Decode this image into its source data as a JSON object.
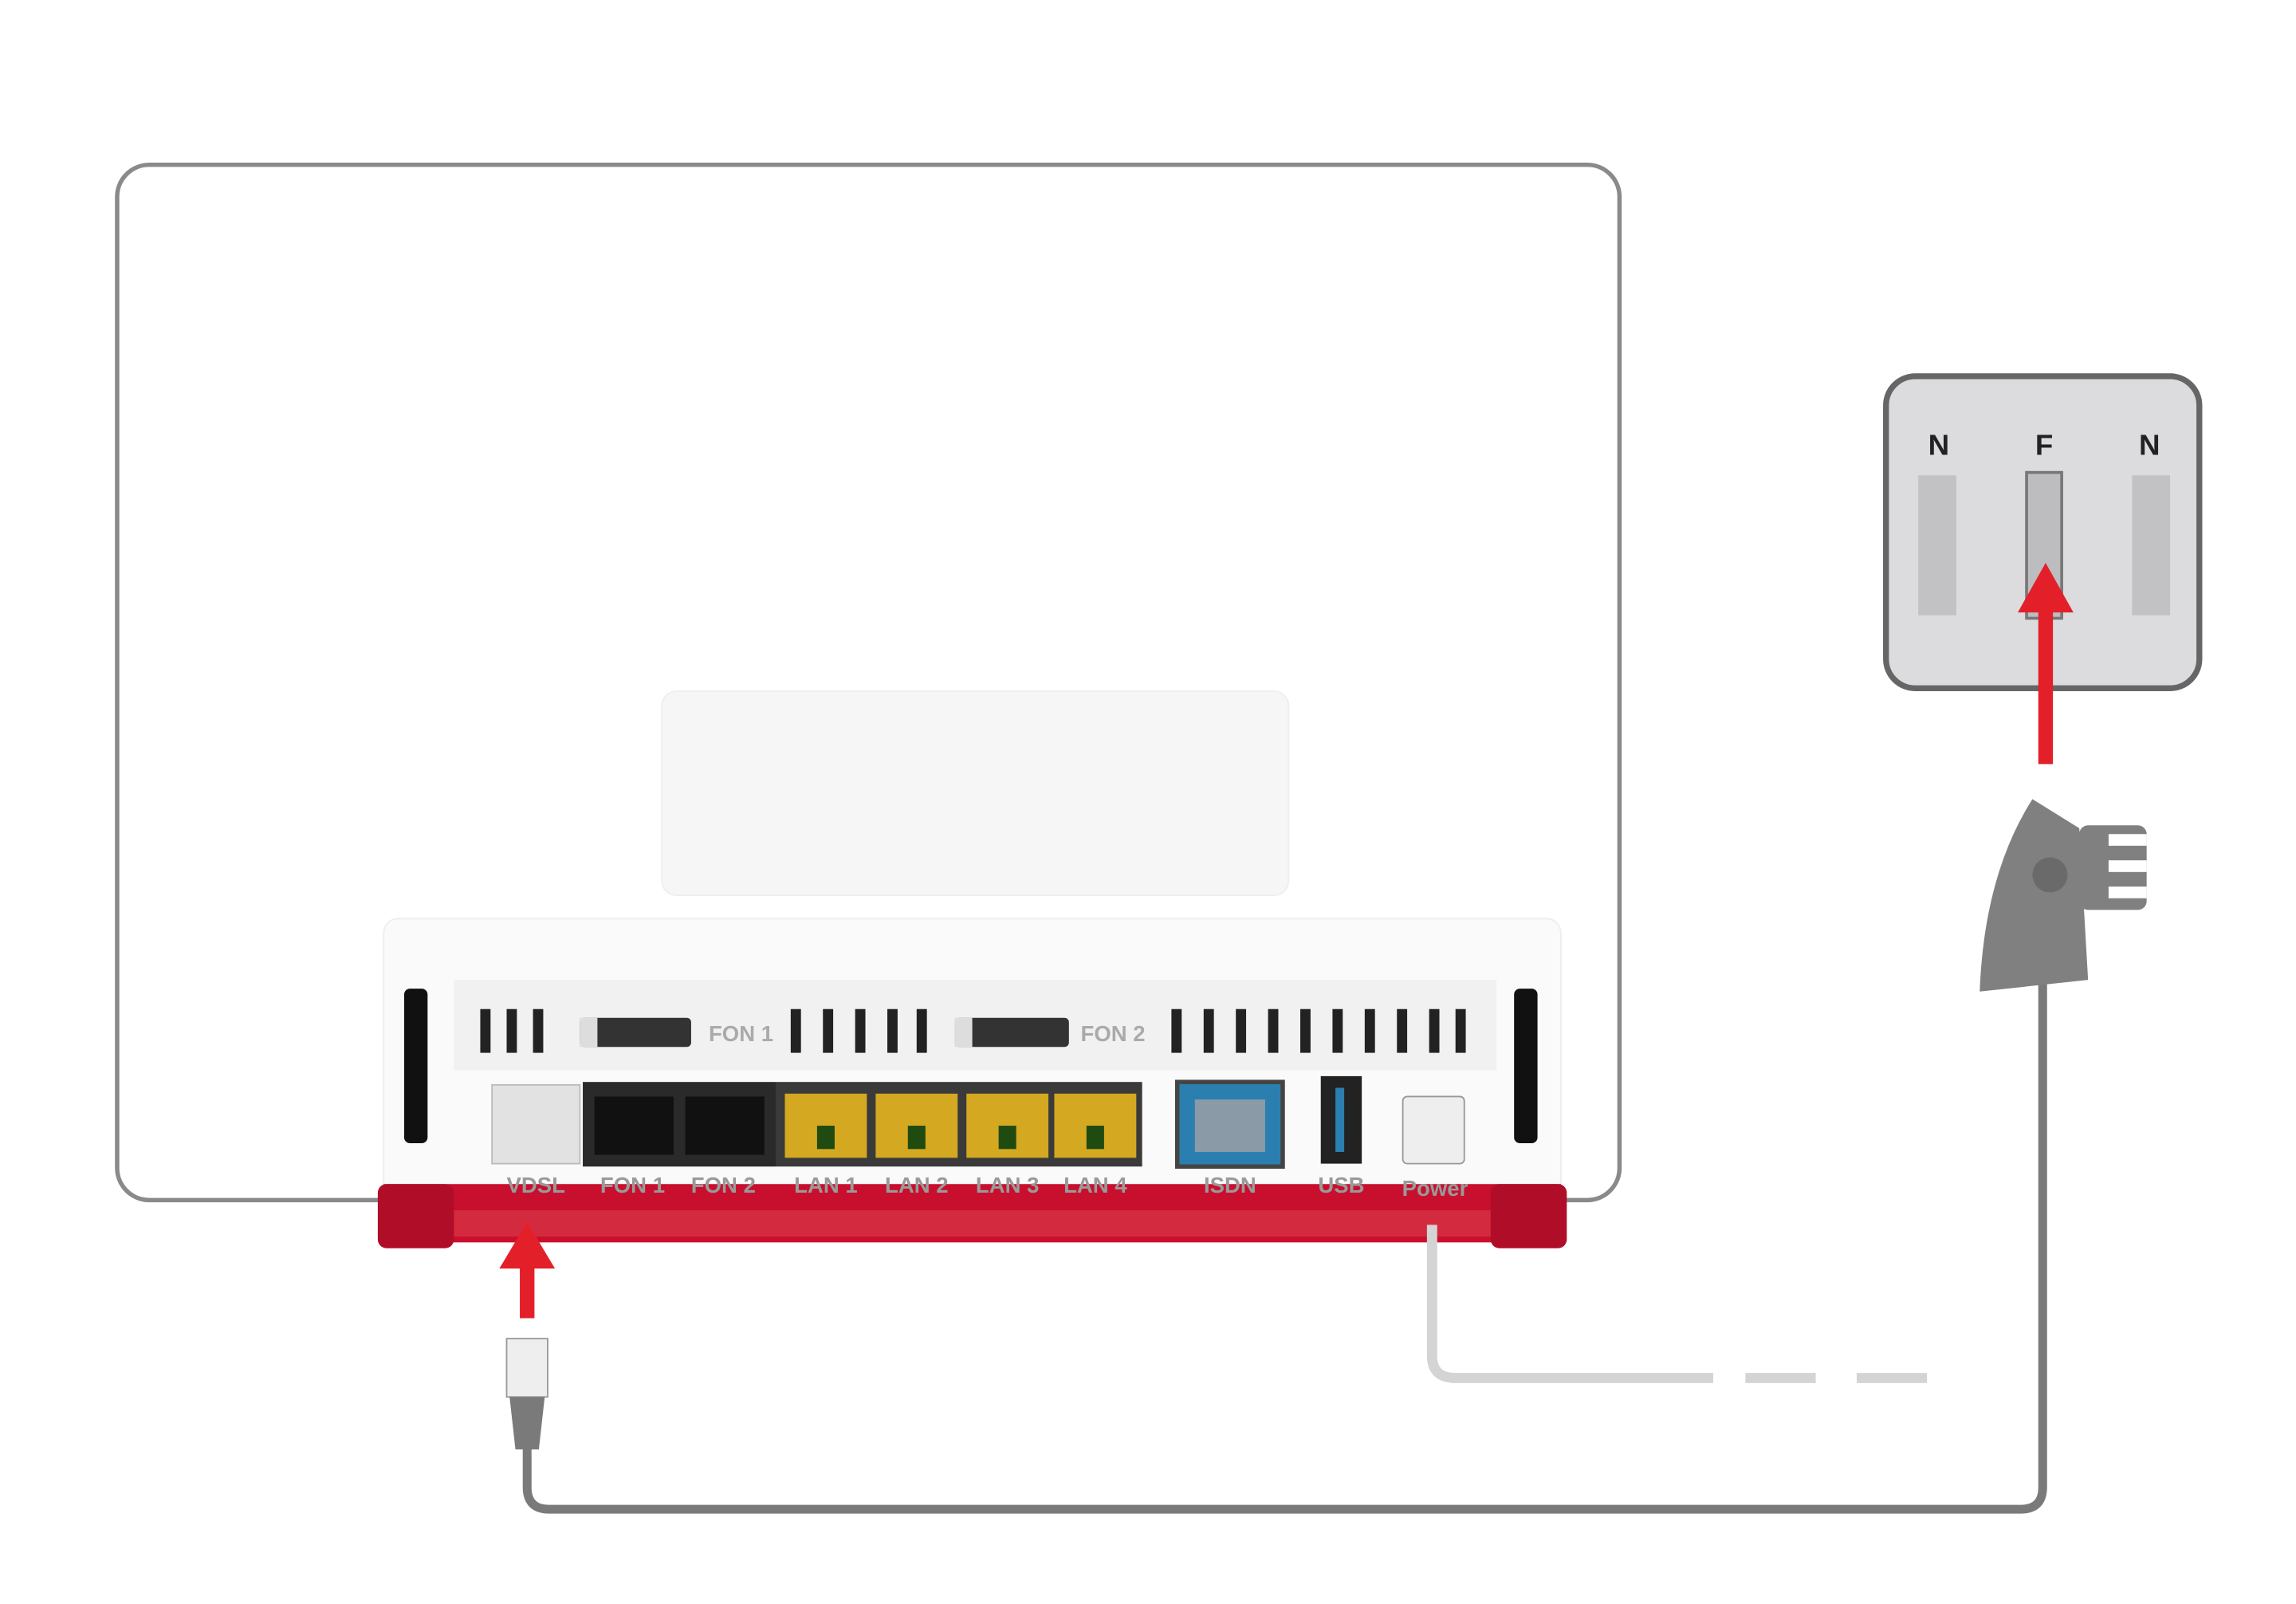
{
  "diagram": {
    "port_labels": [
      "VDSL",
      "FON 1",
      "FON 2",
      "LAN 1",
      "LAN 2",
      "LAN 3",
      "LAN 4",
      "ISDN",
      "USB",
      "Power"
    ],
    "top_labels": [
      "FON 1",
      "FON 2"
    ],
    "socket_labels": [
      "N",
      "F",
      "N"
    ],
    "colors": {
      "accent_red": "#e3202a",
      "router_red": "#c8102e",
      "cable": "#7a7a7a",
      "lan": "#d4a820",
      "isdn": "#2a7fb0"
    }
  }
}
